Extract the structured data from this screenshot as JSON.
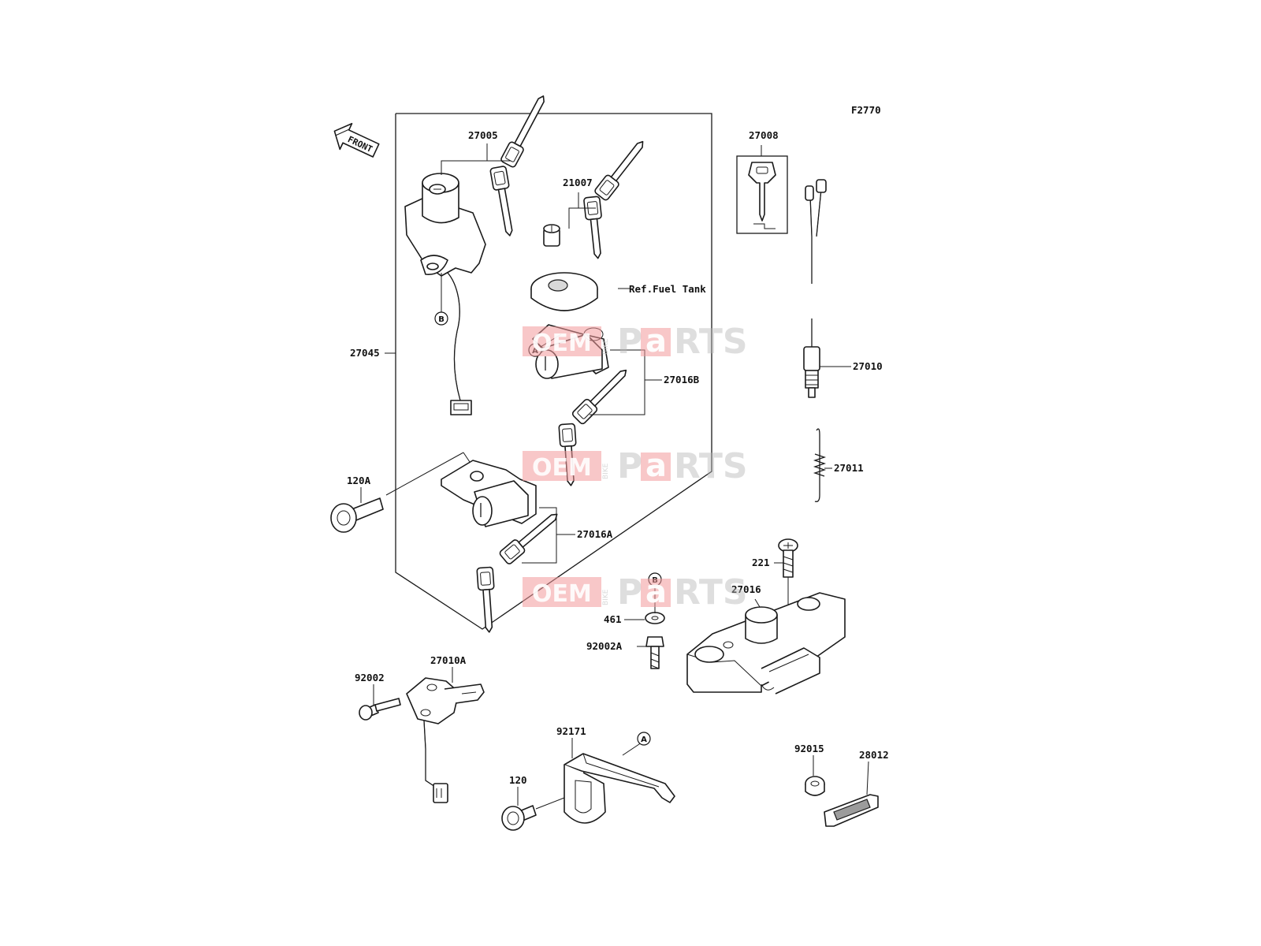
{
  "figure_code": "F2770",
  "front_arrow_label": "FRONT",
  "ref_note": "Ref.Fuel Tank",
  "watermark": {
    "oem": "OEM",
    "bike": "BIKE",
    "parts_p": "P",
    "parts_a": "a",
    "parts_rts": "RTS"
  },
  "parts": {
    "p27005": "27005",
    "p21007": "21007",
    "p27008": "27008",
    "p27045": "27045",
    "p27016B": "27016B",
    "p27010": "27010",
    "p27011": "27011",
    "p120A": "120A",
    "p27016A": "27016A",
    "p221": "221",
    "p27016": "27016",
    "p461": "461",
    "p92002A": "92002A",
    "p92002": "92002",
    "p27010A": "27010A",
    "p92171": "92171",
    "p120": "120",
    "p92015": "92015",
    "p28012": "28012"
  },
  "refs": {
    "a": "A",
    "b": "B"
  }
}
